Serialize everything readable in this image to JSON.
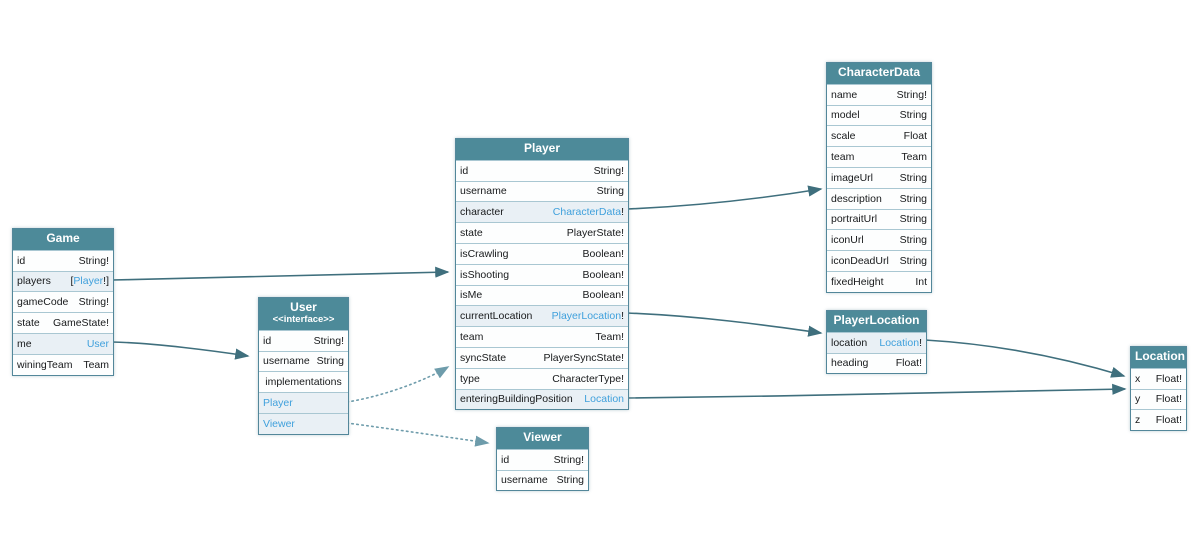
{
  "colors": {
    "header_teal": "#4d8a99",
    "link_blue": "#3fa0dc",
    "edge_solid": "#3f6f7d",
    "edge_dotted": "#6e9cab",
    "ref_row_bg": "#e9f0f5"
  },
  "diagram": {
    "tables": [
      {
        "id": "game",
        "title": "Game",
        "rows": [
          {
            "field": "id",
            "type": "String!"
          },
          {
            "field": "players",
            "type": "[Player!]",
            "link": "Player"
          },
          {
            "field": "gameCode",
            "type": "String!"
          },
          {
            "field": "state",
            "type": "GameState!"
          },
          {
            "field": "me",
            "type": "User",
            "link": "User"
          },
          {
            "field": "winingTeam",
            "type": "Team"
          }
        ]
      },
      {
        "id": "user",
        "title": "User",
        "subtitle": "<<interface>>",
        "rows": [
          {
            "field": "id",
            "type": "String!"
          },
          {
            "field": "username",
            "type": "String"
          },
          {
            "field": "implementations",
            "type": "",
            "center": true
          },
          {
            "field": "Player",
            "type": "",
            "field_link": true
          },
          {
            "field": "Viewer",
            "type": "",
            "field_link": true
          }
        ]
      },
      {
        "id": "player",
        "title": "Player",
        "rows": [
          {
            "field": "id",
            "type": "String!"
          },
          {
            "field": "username",
            "type": "String"
          },
          {
            "field": "character",
            "type": "CharacterData!",
            "link": "CharacterData"
          },
          {
            "field": "state",
            "type": "PlayerState!"
          },
          {
            "field": "isCrawling",
            "type": "Boolean!"
          },
          {
            "field": "isShooting",
            "type": "Boolean!"
          },
          {
            "field": "isMe",
            "type": "Boolean!"
          },
          {
            "field": "currentLocation",
            "type": "PlayerLocation!",
            "link": "PlayerLocation"
          },
          {
            "field": "team",
            "type": "Team!"
          },
          {
            "field": "syncState",
            "type": "PlayerSyncState!"
          },
          {
            "field": "type",
            "type": "CharacterType!"
          },
          {
            "field": "enteringBuildingPosition",
            "type": "Location",
            "link": "Location"
          }
        ]
      },
      {
        "id": "viewer",
        "title": "Viewer",
        "rows": [
          {
            "field": "id",
            "type": "String!"
          },
          {
            "field": "username",
            "type": "String"
          }
        ]
      },
      {
        "id": "characterdata",
        "title": "CharacterData",
        "rows": [
          {
            "field": "name",
            "type": "String!"
          },
          {
            "field": "model",
            "type": "String"
          },
          {
            "field": "scale",
            "type": "Float"
          },
          {
            "field": "team",
            "type": "Team"
          },
          {
            "field": "imageUrl",
            "type": "String"
          },
          {
            "field": "description",
            "type": "String"
          },
          {
            "field": "portraitUrl",
            "type": "String"
          },
          {
            "field": "iconUrl",
            "type": "String"
          },
          {
            "field": "iconDeadUrl",
            "type": "String"
          },
          {
            "field": "fixedHeight",
            "type": "Int"
          }
        ]
      },
      {
        "id": "playerlocation",
        "title": "PlayerLocation",
        "rows": [
          {
            "field": "location",
            "type": "Location!",
            "link": "Location"
          },
          {
            "field": "heading",
            "type": "Float!"
          }
        ]
      },
      {
        "id": "location",
        "title": "Location",
        "rows": [
          {
            "field": "x",
            "type": "Float!"
          },
          {
            "field": "y",
            "type": "Float!"
          },
          {
            "field": "z",
            "type": "Float!"
          }
        ]
      }
    ],
    "edges": [
      {
        "from": "Game.players",
        "to": "Player",
        "kind": "reference"
      },
      {
        "from": "Game.me",
        "to": "User",
        "kind": "reference"
      },
      {
        "from": "Player.character",
        "to": "CharacterData",
        "kind": "reference"
      },
      {
        "from": "Player.currentLocation",
        "to": "PlayerLocation",
        "kind": "reference"
      },
      {
        "from": "Player.enteringBuildingPosition",
        "to": "Location",
        "kind": "reference"
      },
      {
        "from": "PlayerLocation.location",
        "to": "Location",
        "kind": "reference"
      },
      {
        "from": "User",
        "to": "Player",
        "kind": "implementation"
      },
      {
        "from": "User",
        "to": "Viewer",
        "kind": "implementation"
      }
    ]
  }
}
